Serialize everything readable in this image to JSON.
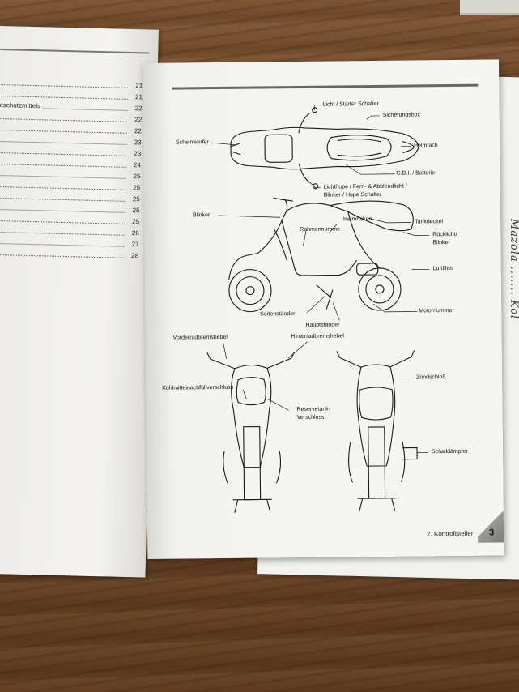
{
  "toc": {
    "entries": [
      {
        "label": "",
        "page": "21"
      },
      {
        "label": "",
        "page": "21"
      },
      {
        "label": "stschutzmittels",
        "page": "22"
      },
      {
        "label": "",
        "page": "22"
      },
      {
        "label": "",
        "page": "22"
      },
      {
        "label": "",
        "page": "23"
      },
      {
        "label": "",
        "page": "23"
      },
      {
        "label": "",
        "page": "24"
      },
      {
        "label": "",
        "page": "25"
      },
      {
        "label": "",
        "page": "25"
      },
      {
        "label": "",
        "page": "25"
      },
      {
        "label": "",
        "page": "25"
      },
      {
        "label": "",
        "page": "25"
      },
      {
        "label": "",
        "page": "26"
      },
      {
        "label": "",
        "page": "27"
      },
      {
        "label": "",
        "page": "28"
      }
    ]
  },
  "diagram": {
    "top_view": {
      "licht_starter": "Licht / Starter Schalter",
      "sicherungsbox": "Sicherungsbox",
      "scheinwerfer": "Scheinwerfer",
      "helmfach": "Helmfach",
      "cdi_batterie": "C.D.I. / Batterie",
      "lichthupe_line1": "Lichthupe / Fern- & Abblendlicht /",
      "lichthupe_line2": "Blinker / Hupe Schalter"
    },
    "side_view": {
      "blinker": "Blinker",
      "helmhaken": "Helmhaken",
      "tankdeckel": "Tankdeckel",
      "rahmennummer": "Rahmennumme",
      "ruecklicht_line1": "Rücklicht/",
      "ruecklicht_line2": "Blinker",
      "luftfilter": "Luftfilter",
      "seitenstaender": "Seitenständer",
      "motornummer": "Motornummer",
      "hauptstaender": "Hauptständer"
    },
    "front_rear": {
      "vorderradbremshebel": "Vorderradbremshebel",
      "hinterradbremshebel": "Hinterradbremshebel",
      "zuendschloss": "Zündschloß",
      "kuehlmittel": "Kühlmitteinachfüllverschluss",
      "reservetank_line1": "Reservetank-",
      "reservetank_line2": "Verschluss",
      "schalldaempfer": "Schalldämpfer"
    }
  },
  "footer": {
    "section": "2. Kontrollstellen",
    "page_number": "3"
  },
  "handwriting": "Mazola ....... Kol"
}
